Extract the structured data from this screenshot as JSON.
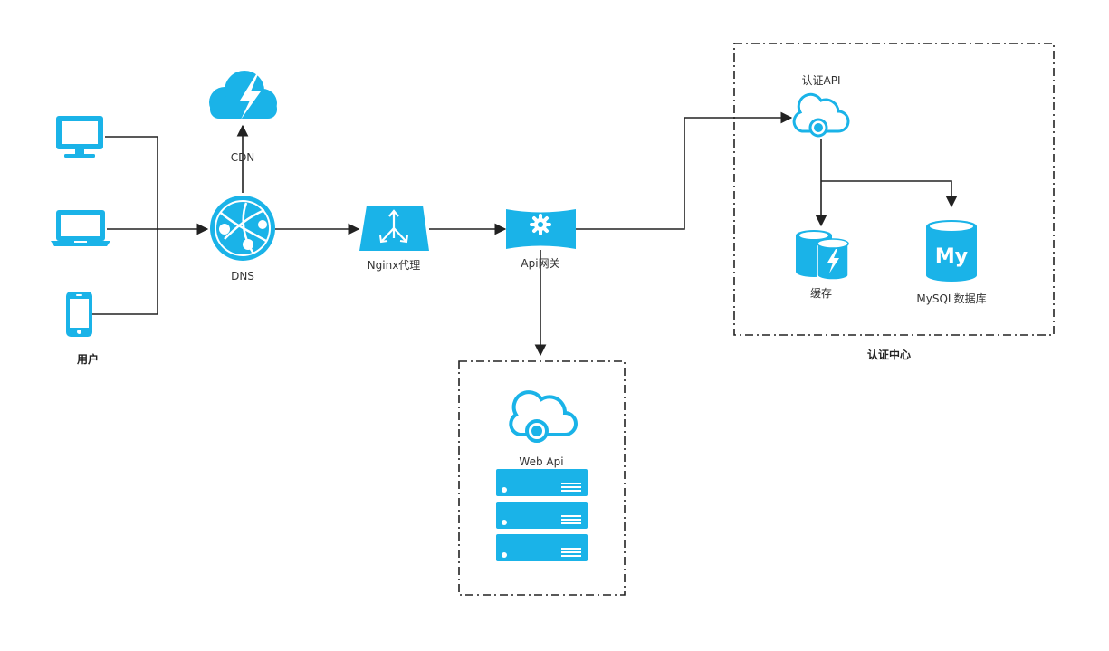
{
  "colors": {
    "accent": "#1ab3e8",
    "line": "#222222",
    "text": "#333333"
  },
  "nodes": {
    "desktop": {
      "icon": "monitor-icon"
    },
    "laptop": {
      "icon": "laptop-icon"
    },
    "mobile": {
      "icon": "phone-icon"
    },
    "users_label": "用户",
    "cdn": {
      "label": "CDN",
      "icon": "cloud-lightning-icon"
    },
    "dns": {
      "label": "DNS",
      "icon": "globe-network-icon"
    },
    "nginx": {
      "label": "Nginx代理",
      "icon": "load-balancer-icon"
    },
    "gateway": {
      "label": "Api网关",
      "icon": "gear-gateway-icon"
    },
    "auth_api": {
      "label": "认证API",
      "icon": "cloud-service-icon"
    },
    "cache": {
      "label": "缓存",
      "icon": "cache-database-icon"
    },
    "mysql": {
      "label": "MySQL数据库",
      "icon": "mysql-database-icon",
      "badge": "My"
    },
    "web_api": {
      "label": "Web Api",
      "icon": "cloud-service-icon"
    },
    "servers": {
      "icon": "server-rack-icon"
    }
  },
  "groups": {
    "auth_center": {
      "label": "认证中心"
    },
    "web_api_group": {
      "label": ""
    }
  }
}
